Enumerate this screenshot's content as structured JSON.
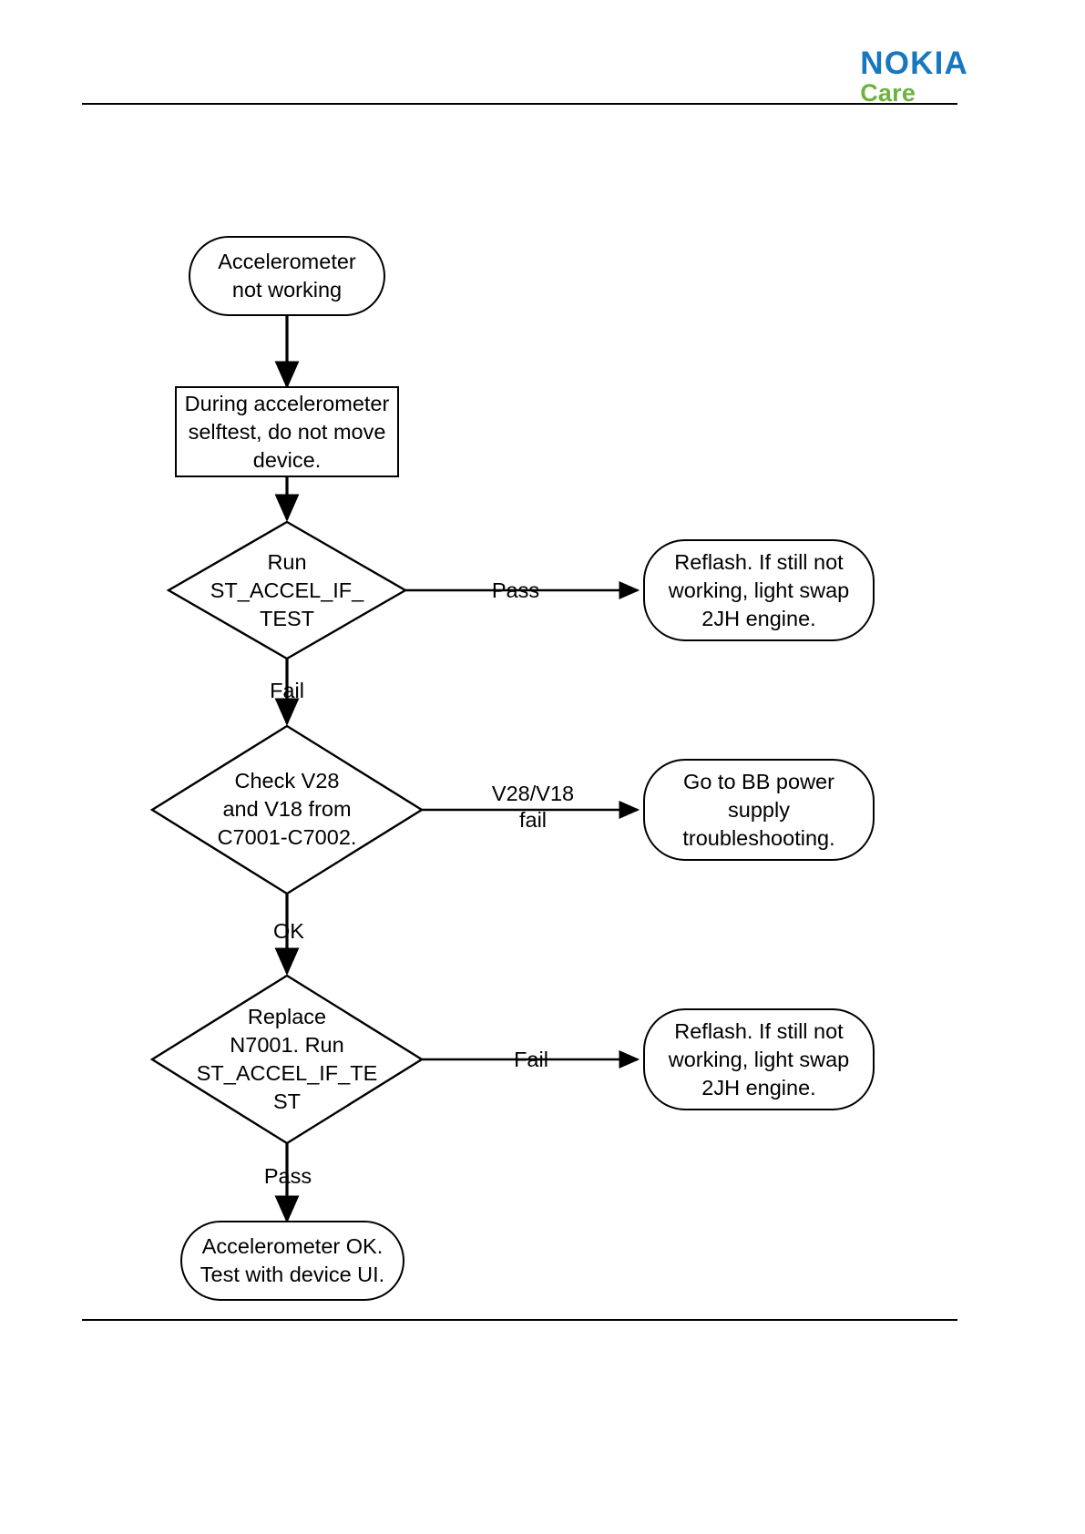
{
  "header": {
    "logo_primary": "NOKIA",
    "logo_secondary": "Care"
  },
  "diagram": {
    "title": "Accelerometer troubleshooting flowchart",
    "type": "flowchart",
    "nodes": [
      {
        "id": "start",
        "shape": "terminator",
        "text": "Accelerometer\nnot working"
      },
      {
        "id": "note",
        "shape": "process",
        "text": "During accelerometer\nselftest, do not move\ndevice."
      },
      {
        "id": "test1",
        "shape": "decision",
        "text": "Run\nST_ACCEL_IF_\nTEST"
      },
      {
        "id": "reflash1",
        "shape": "terminator",
        "text": "Reflash. If still not\nworking, light swap\n2JH engine."
      },
      {
        "id": "checkv",
        "shape": "decision",
        "text": "Check V28\nand V18 from\nC7001-C7002."
      },
      {
        "id": "bbpower",
        "shape": "terminator",
        "text": "Go to BB power\nsupply\ntroubleshooting."
      },
      {
        "id": "replace",
        "shape": "decision",
        "text": "Replace\nN7001. Run\nST_ACCEL_IF_TE\nST"
      },
      {
        "id": "reflash2",
        "shape": "terminator",
        "text": "Reflash. If still not\nworking, light swap\n2JH engine."
      },
      {
        "id": "end",
        "shape": "terminator",
        "text": "Accelerometer OK.\nTest with device UI."
      }
    ],
    "edges": [
      {
        "from": "start",
        "to": "note",
        "label": ""
      },
      {
        "from": "note",
        "to": "test1",
        "label": ""
      },
      {
        "from": "test1",
        "to": "reflash1",
        "label": "Pass"
      },
      {
        "from": "test1",
        "to": "checkv",
        "label": "Fail"
      },
      {
        "from": "checkv",
        "to": "bbpower",
        "label": "V28/V18\nfail"
      },
      {
        "from": "checkv",
        "to": "replace",
        "label": "OK"
      },
      {
        "from": "replace",
        "to": "reflash2",
        "label": "Fail"
      },
      {
        "from": "replace",
        "to": "end",
        "label": "Pass"
      }
    ]
  },
  "colors": {
    "nokia_blue": "#1878be",
    "care_green": "#6cb33f",
    "stroke": "#000000",
    "background": "#ffffff"
  }
}
